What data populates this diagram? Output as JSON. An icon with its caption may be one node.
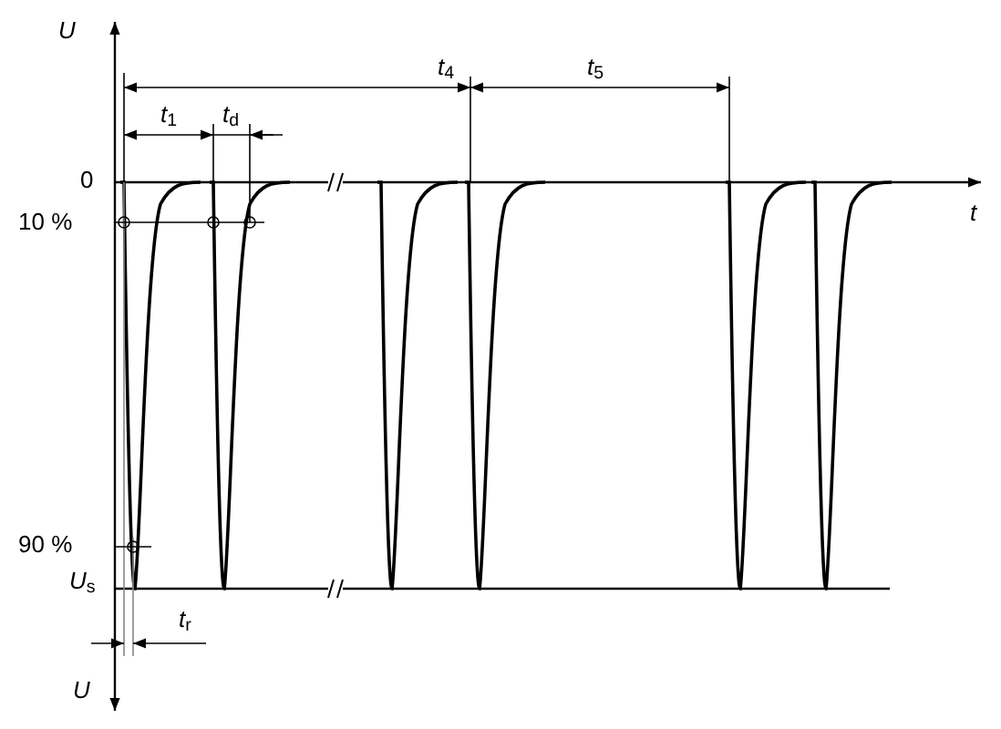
{
  "diagram": {
    "labels": [
      "*U*",
      "*t*$_{4}$",
      "*t*$_{5}$",
      "*t*$_{1}$",
      "*t*$_{d}$",
      "0",
      "*t*",
      "10 %",
      "90 %",
      "*U*$_{s}$",
      "*t*$_{r}$",
      "*U*"
    ]
  }
}
